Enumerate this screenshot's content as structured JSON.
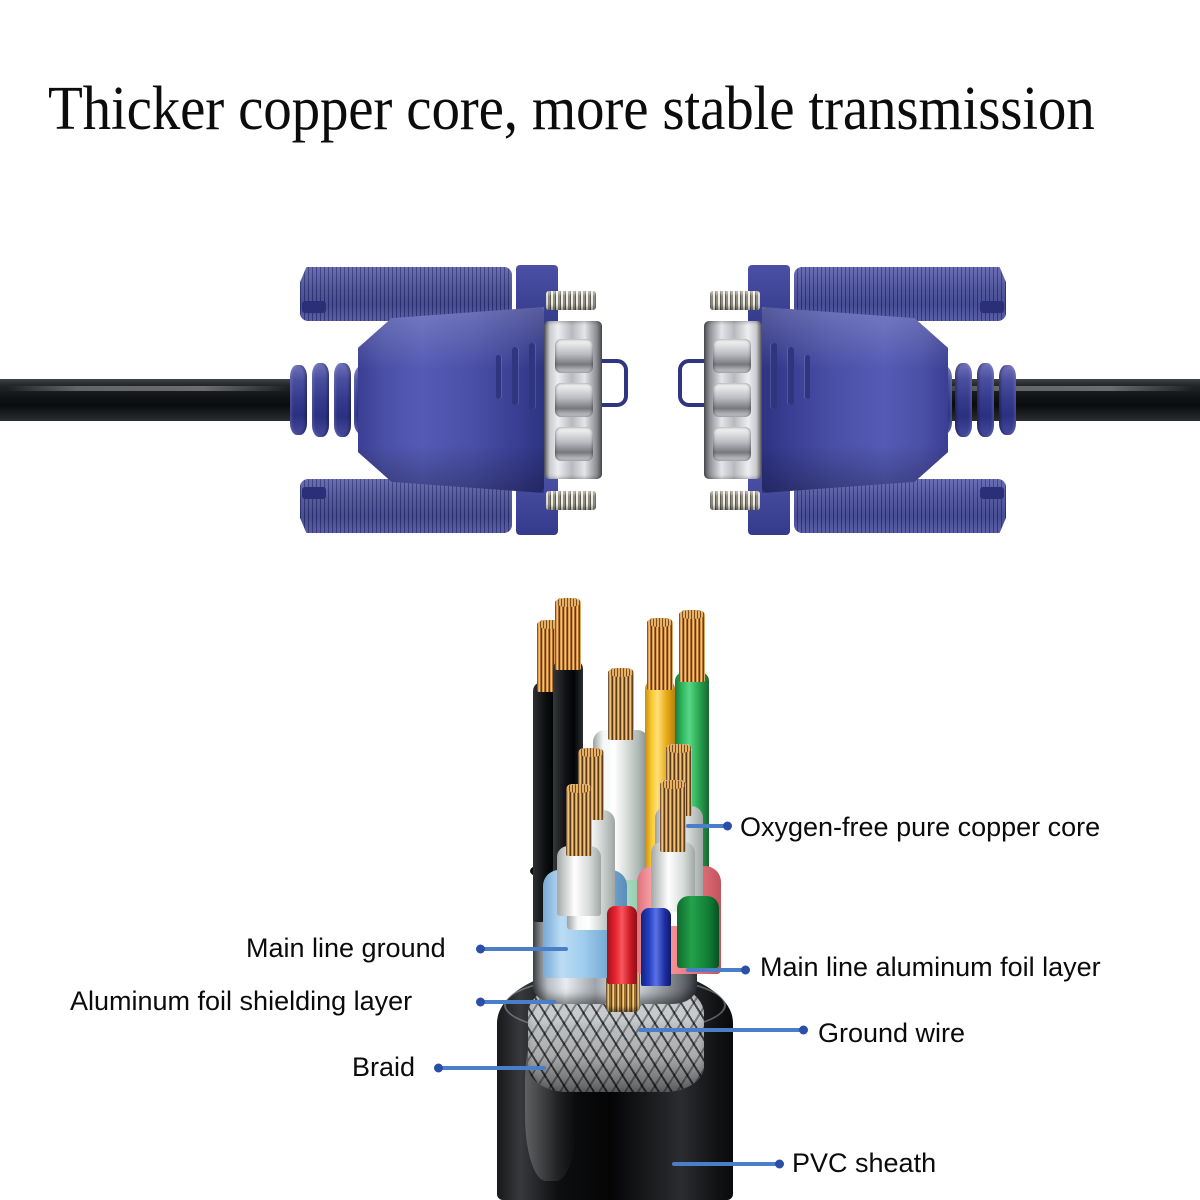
{
  "heading": {
    "title": "Thicker copper core, more stable transmission"
  },
  "product": {
    "connector_type": "VGA D-Sub 15-pin",
    "left_connector_label": "vga-connector-left",
    "right_connector_label": "vga-connector-right"
  },
  "callouts": [
    {
      "id": "oxygen-free-copper-core",
      "label": "Oxygen-free pure copper core"
    },
    {
      "id": "main-line-ground",
      "label": "Main line ground"
    },
    {
      "id": "main-line-foil",
      "label": "Main line aluminum foil layer"
    },
    {
      "id": "aluminum-foil-shield",
      "label": "Aluminum foil shielding layer"
    },
    {
      "id": "ground-wire",
      "label": "Ground wire"
    },
    {
      "id": "braid",
      "label": "Braid"
    },
    {
      "id": "pvc-sheath",
      "label": "PVC sheath"
    }
  ],
  "colors": {
    "background": "#ffffff",
    "title_text": "#0c0c0c",
    "label_text": "#0b0b0b",
    "leader_line": "#4a7ec8",
    "leader_dot": "#2a4fa8",
    "connector_blue": "#4b50a6",
    "cable_black": "#0a0b0d",
    "copper": "#d79a4e",
    "foil_silver": "#e9ecef",
    "wire_yellow": "#fbc832",
    "wire_green": "#2fb45c",
    "wire_red": "#e5232f",
    "wire_blue": "#2740c4",
    "wire_light_blue": "#9fcdee",
    "wire_pink": "#f4888f",
    "wire_white": "#ffffff"
  }
}
